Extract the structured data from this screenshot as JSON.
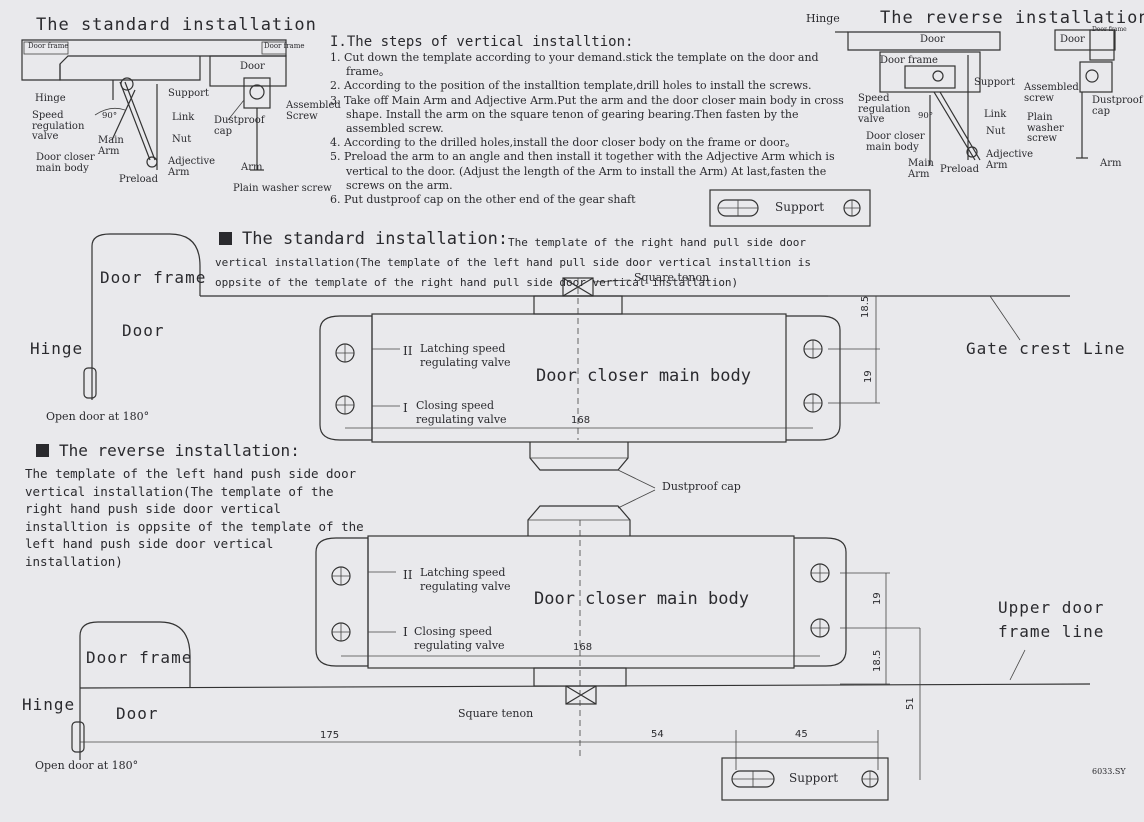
{
  "top_left": {
    "title": "The standard installation",
    "labels": {
      "door_frame": "Door frame",
      "door": "Door",
      "hinge": "Hinge",
      "support": "Support",
      "speed_valve": "Speed\nregulation\nvalve",
      "link": "Link",
      "main_arm": "Main\nArm",
      "nut": "Nut",
      "closer_body": "Door closer\nmain body",
      "adjective_arm": "Adjective\nArm",
      "preload": "Preload",
      "angle": "90°",
      "dustproof_cap": "Dustproof\ncap",
      "assembled_screw": "Assembled\nScrew",
      "arm": "Arm",
      "plain_washer_screw": "Plain washer screw"
    }
  },
  "steps": {
    "heading": "I.The steps of vertical installtion:",
    "items": [
      "1. Cut down the template according to your demand.stick the template on the door and frame。",
      "2. According to the position of the installtion template,drill holes to install the screws.",
      "3. Take off Main Arm and Adjective Arm.Put the arm and the door closer main body in cross shape. Install the arm on the square tenon of gearing bearing.Then fasten by the assembled screw.",
      "4. According to the drilled holes,install the door closer body on the frame or door。",
      "5. Preload the arm to an angle and then install it together with the Adjective Arm which is vertical to the door. (Adjust the length of the Arm to install the Arm) At last,fasten the screws on the arm.",
      "6. Put dustproof cap on the other end of the gear shaft"
    ],
    "support_label": "Support"
  },
  "top_right": {
    "title": "The reverse installation",
    "labels": {
      "hinge": "Hinge",
      "door": "Door",
      "door_frame": "Door frame",
      "support": "Support",
      "speed_valve": "Speed\nregulation\nvalve",
      "link": "Link",
      "nut": "Nut",
      "closer_body": "Door closer\nmain body",
      "main_arm": "Main\nArm",
      "preload": "Preload",
      "adjective_arm": "Adjective\nArm",
      "angle": "90°",
      "assembled_screw": "Assembled\nscrew",
      "dustproof_cap": "Dustproof\ncap",
      "plain_washer_screw": "Plain\nwasher\nscrew",
      "arm": "Arm"
    }
  },
  "standard": {
    "heading": "The standard installation:",
    "subtitle": "The template of the right hand pull side door vertical installation(The template of the left hand pull side door vertical installtion is oppsite of the template of the right hand pull side door vertical  installation)",
    "door_frame": "Door frame",
    "door": "Door",
    "hinge": "Hinge",
    "open_door": "Open door at 180°",
    "square_tenon": "Square tenon",
    "gate_crest_line": "Gate crest Line",
    "valve2_num": "II",
    "valve2": "Latching speed\nregulating valve",
    "valve1_num": "I",
    "valve1": "Closing speed\nregulating valve",
    "body_label": "Door closer main body",
    "dim_168": "168",
    "dim_185": "18.5",
    "dim_19": "19"
  },
  "dustproof_cap": "Dustproof cap",
  "reverse": {
    "heading": "The reverse installation:",
    "subtitle": "The template of the left hand push side door vertical  installation(The template of the right hand push side door vertical installtion is oppsite of the template of the left hand push side door vertical installation)",
    "valve2_num": "II",
    "valve2": "Latching speed\nregulating valve",
    "valve1_num": "I",
    "valve1": "Closing speed\nregulating valve",
    "body_label": "Door closer main body",
    "dim_168": "168",
    "dim_19": "19",
    "dim_185": "18.5",
    "dim_51": "51",
    "upper_door_frame_line": "Upper door\nframe line",
    "door_frame": "Door frame",
    "door": "Door",
    "hinge": "Hinge",
    "square_tenon": "Square tenon",
    "open_door": "Open door at 180°",
    "dim_175": "175",
    "dim_54": "54",
    "dim_45": "45",
    "support_label": "Support",
    "code": "6033.SY"
  }
}
